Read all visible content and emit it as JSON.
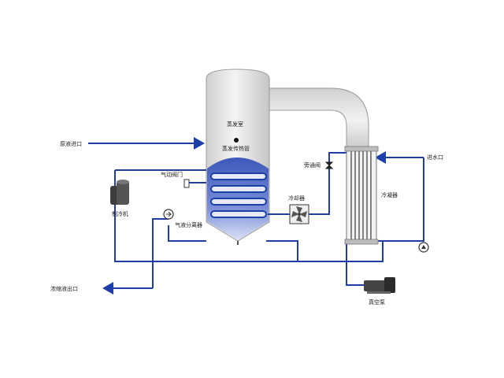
{
  "labels": {
    "feed_inlet": "原液进口",
    "evaporation_chamber": "蒸发室",
    "falling_film_tubes": "蒸发传热管",
    "heating_valve": "气动阀门",
    "chiller": "制冷机",
    "bypass_valve": "旁通阀",
    "cooling_fan": "冷却器",
    "steam_trap": "气液分离器",
    "condenser": "冷凝器",
    "cooling_water_inlet": "进水口",
    "concentrate_outlet": "浓缩液出口",
    "vacuum_pump": "真空泵"
  },
  "colors": {
    "pipe": "#1f3fa8",
    "vessel": "#dcdcdc",
    "vessel_edge": "#9a9a9a",
    "liquid": "#2a48b5",
    "condenser_tube": "#3a3a3a"
  },
  "icons": {
    "fan": "fan-icon",
    "pump": "pump-icon",
    "valve": "valve-icon"
  }
}
